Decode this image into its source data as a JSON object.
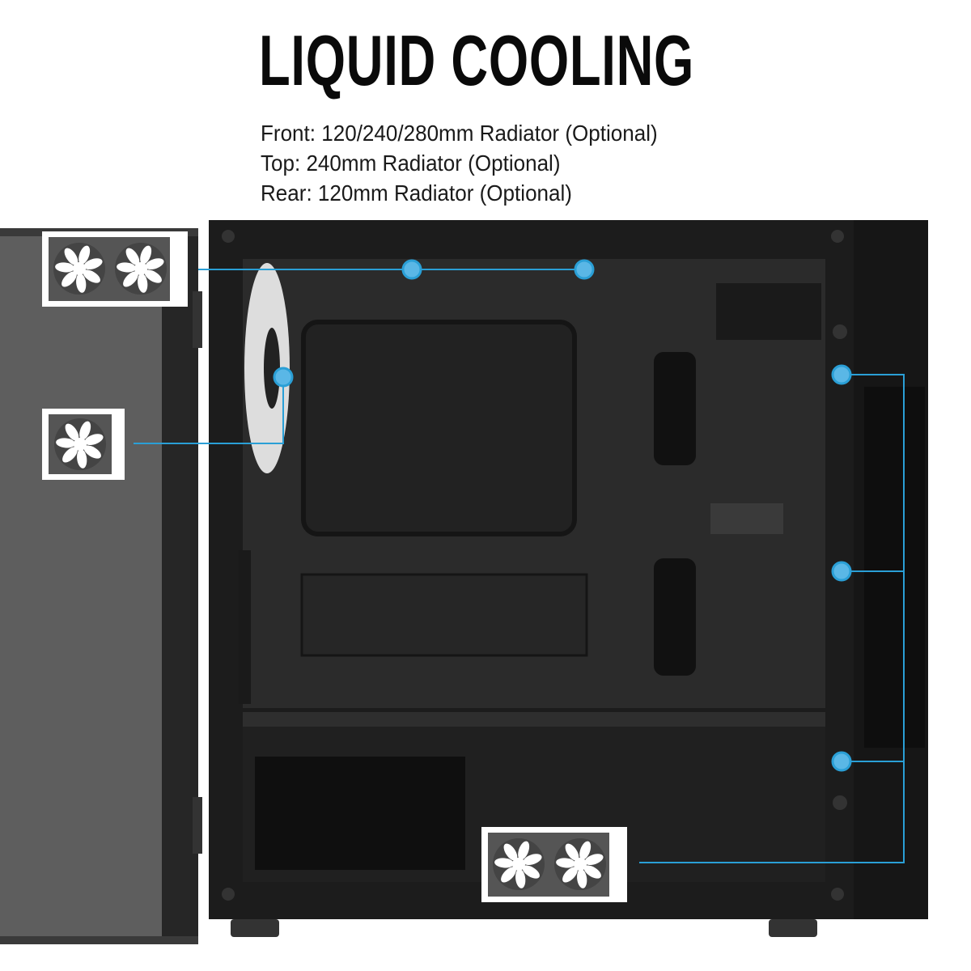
{
  "heading": "LIQUID COOLING",
  "specs": [
    "Front: 120/240/280mm Radiator (Optional)",
    "Top: 240mm Radiator (Optional)",
    "Rear: 120mm Radiator (Optional)"
  ],
  "colors": {
    "callout": "#2a9fd6",
    "case": "#1c1c1c",
    "interior": "#2b2b2b",
    "door_glass": "#5a5a5a"
  },
  "icons": {
    "top": "radiator-240mm-icon",
    "rear": "radiator-120mm-icon",
    "front": "radiator-240mm-icon"
  }
}
